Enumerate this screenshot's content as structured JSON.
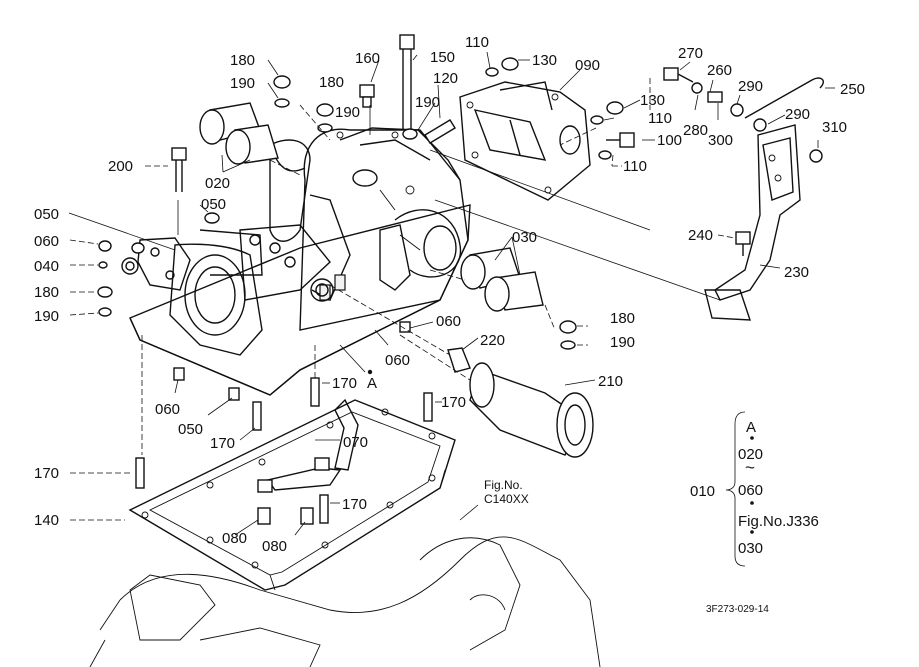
{
  "labels": {
    "p180a": "180",
    "p190a": "190",
    "p160": "160",
    "p150": "150",
    "p110a": "110",
    "p130a": "130",
    "p090": "090",
    "p180b": "180",
    "p190b": "190",
    "p120": "120",
    "p190c": "190",
    "p270": "270",
    "p260": "260",
    "p250": "250",
    "p290a": "290",
    "p290b": "290",
    "p130b": "130",
    "p110b": "110",
    "p280": "280",
    "p300": "300",
    "p310": "310",
    "p100": "100",
    "p110c": "110",
    "p200": "200",
    "p020": "020",
    "p050a": "050",
    "p050b": "050",
    "p060a": "060",
    "p040": "040",
    "p180c": "180",
    "p190d": "190",
    "p030": "030",
    "p240": "240",
    "p230": "230",
    "p060b": "060",
    "p060c": "060",
    "p220": "220",
    "p180d": "180",
    "p190e": "190",
    "pA": "A",
    "p170a": "170",
    "p210": "210",
    "p060d": "060",
    "p050c": "050",
    "p170b": "170",
    "p170c": "170",
    "p070": "070",
    "p170d": "170",
    "p140": "140",
    "p080a": "080",
    "p080b": "080",
    "p170e": "170"
  },
  "fig_ref": {
    "line1": "Fig.No.",
    "line2": "C140XX"
  },
  "legend": {
    "group": "010",
    "items": [
      "A",
      "020",
      "060",
      "Fig.No.J336",
      "030"
    ]
  },
  "drawing_code": "3F273-029-14"
}
